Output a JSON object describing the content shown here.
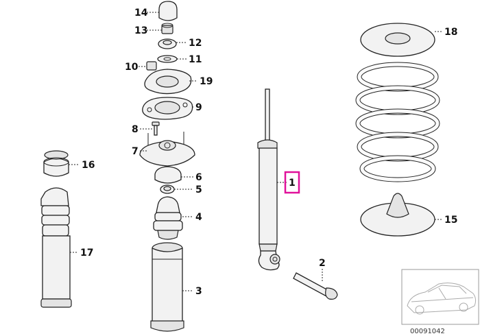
{
  "diagram_code": "00091042",
  "highlight_color": "#e0109a",
  "highlighted_part": "1",
  "labels": {
    "p1": "1",
    "p2": "2",
    "p3": "3",
    "p4": "4",
    "p5": "5",
    "p6": "6",
    "p7": "7",
    "p8": "8",
    "p9": "9",
    "p10": "10",
    "p11": "11",
    "p12": "12",
    "p13": "13",
    "p14": "14",
    "p15": "15",
    "p16": "16",
    "p17": "17",
    "p18": "18",
    "p19": "19"
  }
}
